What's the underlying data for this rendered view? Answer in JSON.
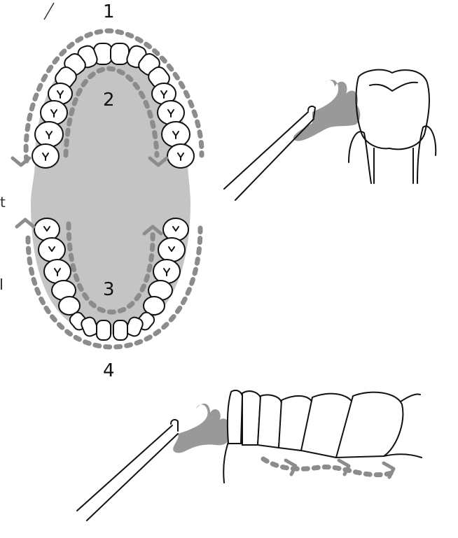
{
  "arch_diagram": {
    "region_labels": [
      "1",
      "2",
      "3",
      "4"
    ],
    "edge_fragment": "t"
  },
  "colors": {
    "gum_fill": "#c4c4c4",
    "dash_path": "#8c8c8c",
    "spray": "#999999",
    "outline": "#111111"
  }
}
